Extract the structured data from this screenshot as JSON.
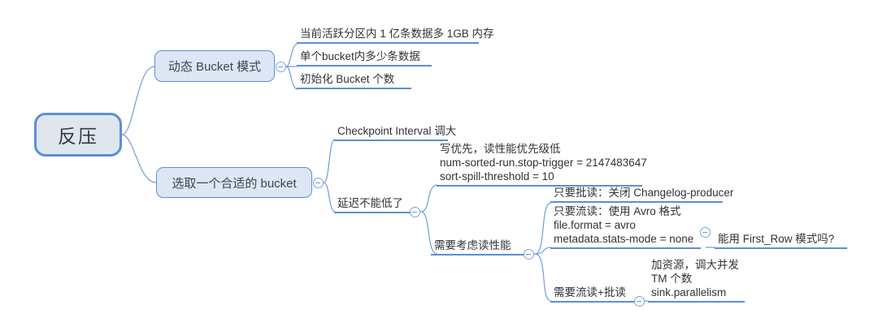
{
  "diagram": {
    "title": "反压",
    "type": "mind-map",
    "background_color": "#ffffff",
    "edge_color": "#7ba3d8",
    "accent_color": "#5b8fd4",
    "node_fill": "#dce6f5",
    "root_fill": "#dfe6ee"
  },
  "root": {
    "label": "反压"
  },
  "branches": [
    {
      "label": "动态 Bucket 模式",
      "children": [
        {
          "lines": [
            "当前活跃分区内 1 亿条数据多 1GB 内存"
          ]
        },
        {
          "lines": [
            "单个bucket内多少条数据"
          ]
        },
        {
          "lines": [
            "初始化 Bucket 个数"
          ]
        }
      ]
    },
    {
      "label": "选取一个合适的 bucket",
      "children": [
        {
          "lines": [
            "Checkpoint Interval 调大"
          ]
        },
        {
          "lines": [
            "延迟不能低了"
          ],
          "children": [
            {
              "lines": [
                "写优先，读性能优先级低",
                "num-sorted-run.stop-trigger = 2147483647",
                "sort-spill-threshold = 10"
              ]
            },
            {
              "lines": [
                "需要考虑读性能"
              ],
              "children": [
                {
                  "lines": [
                    "只要批读：关闭 Changelog-producer"
                  ]
                },
                {
                  "lines": [
                    "只要流读：使用 Avro 格式",
                    "file.format = avro",
                    "metadata.stats-mode = none"
                  ],
                  "children": [
                    {
                      "lines": [
                        "能用 First_Row 模式吗?"
                      ]
                    }
                  ]
                },
                {
                  "lines": [
                    "需要流读+批读"
                  ],
                  "children": [
                    {
                      "lines": [
                        "加资源，调大并发",
                        "TM 个数",
                        "sink.parallelism"
                      ]
                    }
                  ]
                }
              ]
            }
          ]
        }
      ]
    }
  ],
  "toggles": {
    "collapse_icon": "minus-circle-icon",
    "count": 6
  }
}
